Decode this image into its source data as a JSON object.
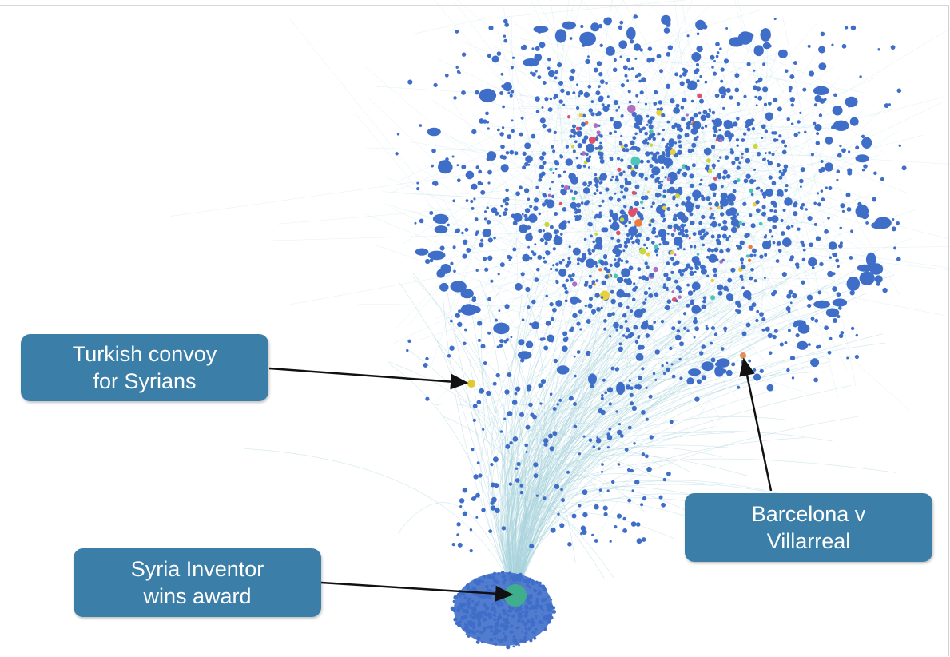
{
  "colors": {
    "callout_bg": "#3b7fa8",
    "node_primary": "#3f6ec9",
    "edge": "#a9d4dc",
    "node_accents": [
      "#e0506a",
      "#f07a3a",
      "#c8d83c",
      "#4cc6b5",
      "#b070c0",
      "#e8d040"
    ],
    "arrow": "#111111",
    "inventor_hub": "#3fae8c",
    "turkish_hub": "#e3c832",
    "barcelona_hub": "#e0905a"
  },
  "annotations": {
    "turkish": {
      "line1": "Turkish convoy",
      "line2": "for Syrians"
    },
    "syria_inventor": {
      "line1": "Syria Inventor",
      "line2": "wins award"
    },
    "barcelona": {
      "line1": "Barcelona v",
      "line2": "Villarreal"
    }
  }
}
